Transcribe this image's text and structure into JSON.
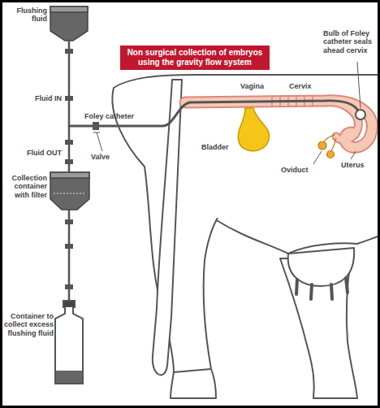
{
  "diagram": {
    "title": "Non surgical collection of embryos using the gravity flow system",
    "labels": [
      "Flushing fluid",
      "Fluid IN",
      "Foley catheter",
      "Fluid OUT",
      "Valve",
      "Collection container with filter",
      "Container to collect excess flushing fluid",
      "Vagina",
      "Cervix",
      "Bulb of Foley catheter seals ahead cervix",
      "Bladder",
      "Oviduct",
      "Uterus"
    ]
  }
}
